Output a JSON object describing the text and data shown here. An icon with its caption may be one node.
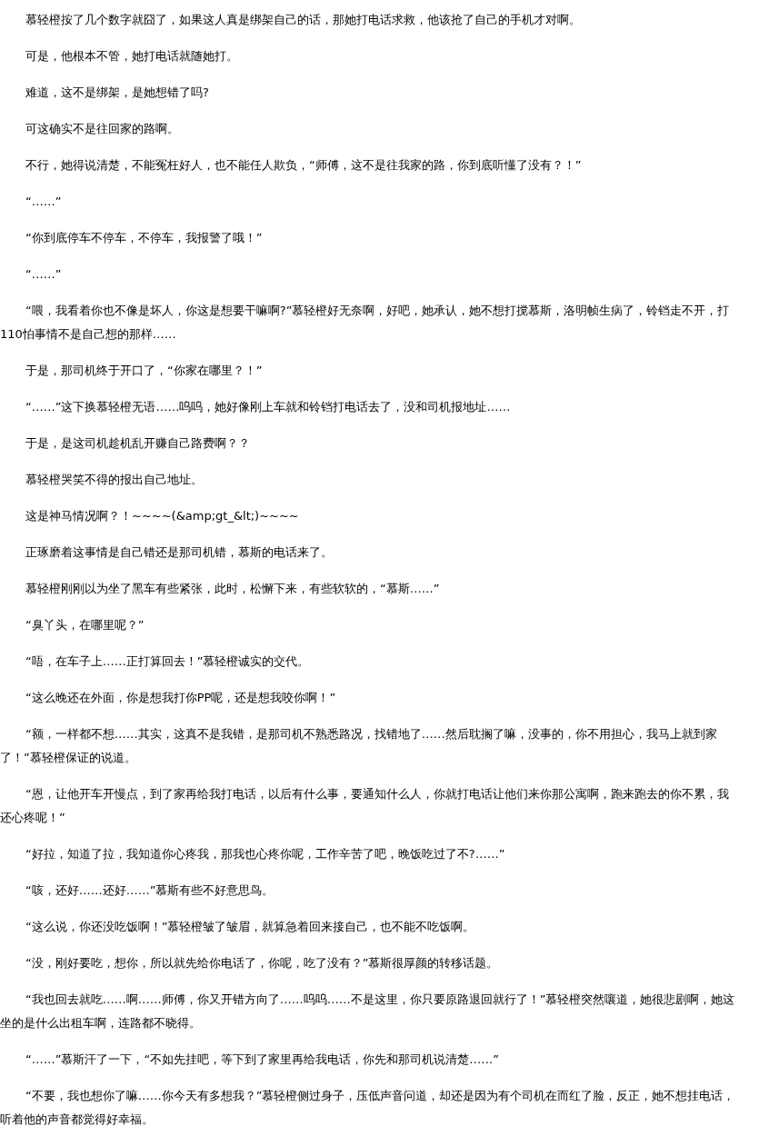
{
  "diagram": {
    "labels": [
      "慕轻橙按了几个数字就囧了，如果这人真是绑架自己的话，那她打电话求救，他该抢了自己的手机才对啊。",
      "可是，他根本不管，她打电话就随她打。",
      "难道，这不是绑架，是她想错了吗?",
      "可这确实不是往回家的路啊。",
      "不行，她得说清楚，不能冤枉好人，也不能任人欺负，“师傅，这不是往我家的路，你到底听懂了没有？！”",
      "“……”",
      "“你到底停车不停车，不停车，我报警了哦！”",
      "“……”",
      "“喂，我看着你也不像是坏人，你这是想要干嘛啊?”慕轻橙好无奈啊，好吧，她承认，她不想打搅慕斯，洛明帧生病了，铃铛走不开，打110怕事情不是自己想的那样……",
      "于是，那司机终于开口了，“你家在哪里？！”",
      "“……”这下换慕轻橙无语……呜呜，她好像刚上车就和铃铛打电话去了，没和司机报地址……",
      "于是，是这司机趁机乱开赚自己路费啊？？",
      "慕轻橙哭笑不得的报出自己地址。",
      "这是神马情况啊？！~~~~(&amp;gt_&lt;)~~~~",
      "正琢磨着这事情是自己错还是那司机错，慕斯的电话来了。",
      "慕轻橙刚刚以为坐了黑车有些紧张，此时，松懈下来，有些软软的，“慕斯……”",
      "“臭丫头，在哪里呢？”",
      "“唔，在车子上……正打算回去！”慕轻橙诚实的交代。",
      "“这么晚还在外面，你是想我打你PP呢，还是想我咬你啊！”",
      "“额，一样都不想……其实，这真不是我错，是那司机不熟悉路况，找错地了……然后耽搁了嘛，没事的，你不用担心，我马上就到家了！”慕轻橙保证的说道。",
      "“恩，让他开车开慢点，到了家再给我打电话，以后有什么事，要通知什么人，你就打电话让他们来你那公寓啊，跑来跑去的你不累，我还心疼呢！”",
      "“好拉，知道了拉，我知道你心疼我，那我也心疼你呢，工作辛苦了吧，晚饭吃过了不?……”",
      "“咳，还好……还好……”慕斯有些不好意思鸟。",
      "“这么说，你还没吃饭啊！”慕轻橙皱了皱眉，就算急着回来接自己，也不能不吃饭啊。",
      "“没，刚好要吃，想你，所以就先给你电话了，你呢，吃了没有？”慕斯很厚颜的转移话题。",
      "“我也回去就吃……啊……师傅，你又开错方向了……呜呜……不是这里，你只要原路退回就行了！”慕轻橙突然嚷道，她很悲剧啊，她这坐的是什么出租车啊，连路都不晓得。",
      "“……”慕斯汗了一下，“不如先挂吧，等下到了家里再给我电话，你先和那司机说清楚……”",
      "“不要，我也想你了嘛……你今天有多想我？”慕轻橙侧过身子，压低声音问道，却还是因为有个司机在而红了脸，反正，她不想挂电话，听着他的声音都觉得好幸福。"
    ]
  }
}
